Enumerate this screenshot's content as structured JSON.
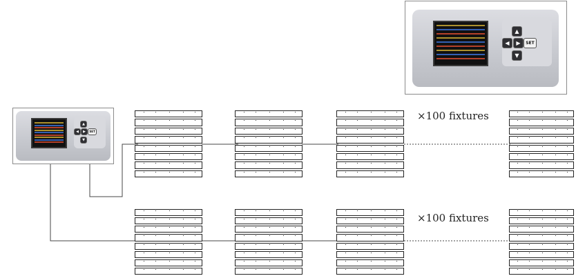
{
  "controller": {
    "keys": {
      "up_icon": "up-arrow-icon",
      "left_icon": "left-arrow-icon",
      "right_icon": "right-arrow-icon",
      "down_icon": "down-arrow-icon",
      "set_label": "SET"
    }
  },
  "groups": [
    {
      "count_label": "×100 fixtures"
    },
    {
      "count_label": "×100 fixtures"
    }
  ],
  "colors": {
    "wire": "#444444",
    "fixture_line": "#222222",
    "screen_row_a": "#c9a832",
    "screen_row_b": "#3b6fd1",
    "screen_row_c": "#d24a2f"
  }
}
